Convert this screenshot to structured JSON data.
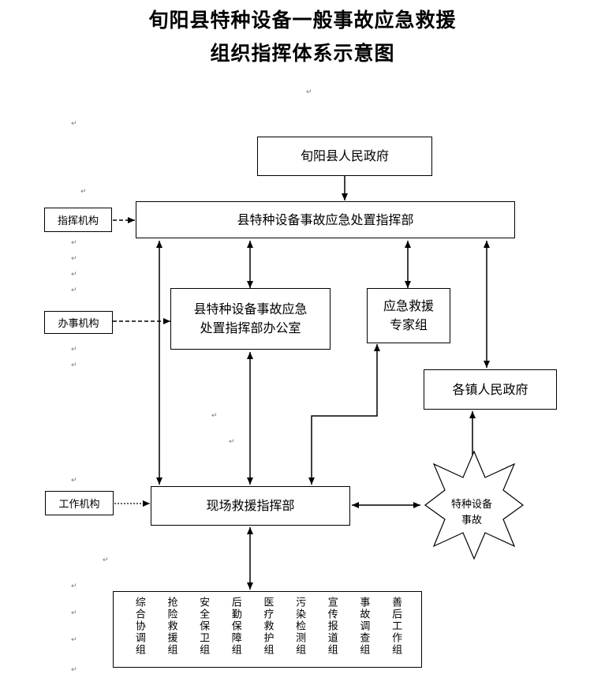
{
  "title": {
    "line1": "旬阳县特种设备一般事故应急救援",
    "line2": "组织指挥体系示意图"
  },
  "nodes": {
    "county_gov": "旬阳县人民政府",
    "command_hq": "县特种设备事故应急处置指挥部",
    "hq_office_line1": "县特种设备事故应急",
    "hq_office_line2": "处置指挥部办公室",
    "expert_line1": "应急救援",
    "expert_line2": "专家组",
    "town_gov": "各镇人民政府",
    "site_command": "现场救援指挥部",
    "accident_line1": "特种设备",
    "accident_line2": "事故"
  },
  "side_labels": {
    "command": "指挥机构",
    "office": "办事机构",
    "work": "工作机构"
  },
  "groups": [
    "综合协调组",
    "抢险救援组",
    "安全保卫组",
    "后勤保障组",
    "医疗救护组",
    "污染检测组",
    "宣传报道组",
    "事故调查组",
    "善后工作组"
  ]
}
